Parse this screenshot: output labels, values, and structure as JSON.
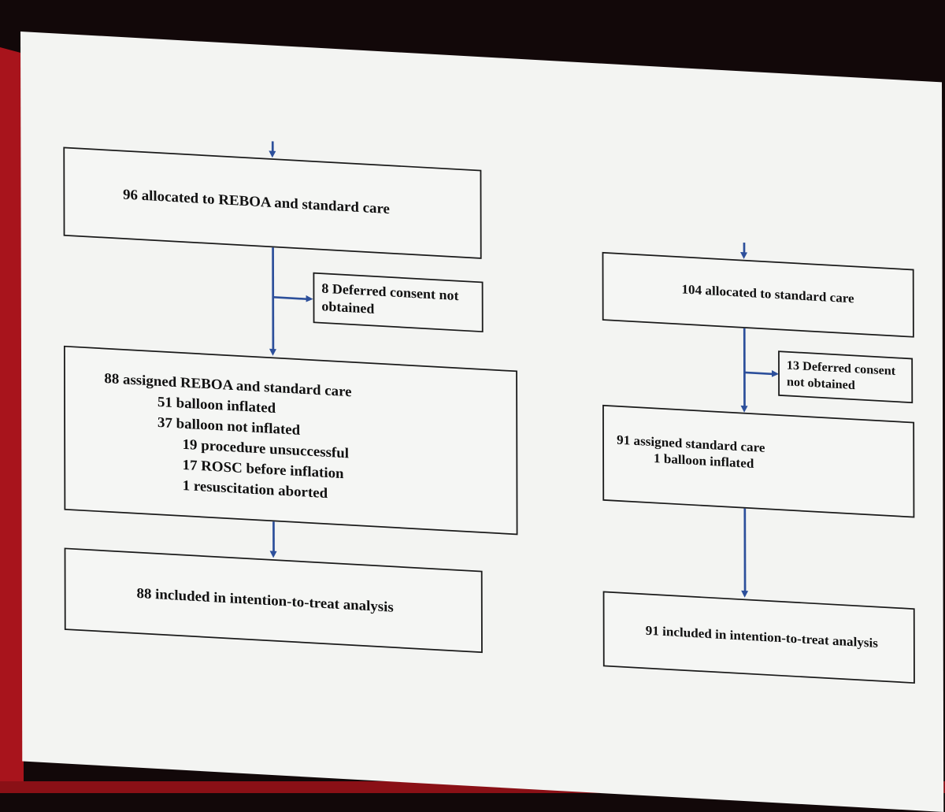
{
  "colors": {
    "arrow": "#2c4f9b",
    "slide": "#f3f4f2",
    "room": "#120809",
    "stage_red": "#a8141c"
  },
  "left": {
    "allocated": "96 allocated to REBOA and standard care",
    "excluded": [
      "8 Deferred consent not",
      "obtained"
    ],
    "assigned_title": "88 assigned REBOA and standard care",
    "assigned_items": [
      "51 balloon inflated",
      "37 balloon not inflated"
    ],
    "assigned_subitems": [
      "19 procedure unsuccessful",
      "17 ROSC before inflation",
      "1 resuscitation aborted"
    ],
    "analysis": "88 included in intention-to-treat analysis"
  },
  "right": {
    "allocated": "104 allocated to standard care",
    "excluded": [
      "13 Deferred consent",
      "not obtained"
    ],
    "assigned_title": "91 assigned standard care",
    "assigned_items": [
      "1 balloon inflated"
    ],
    "analysis": "91 included in intention-to-treat analysis"
  }
}
